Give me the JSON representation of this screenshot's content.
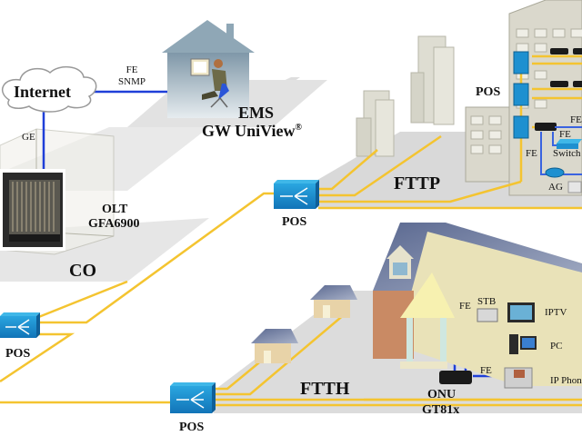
{
  "diagram": {
    "title": "GPON network topology",
    "colors": {
      "fiber": "#f4c430",
      "ethernet": "#1f3fd8",
      "splitter": "#1e90d0",
      "ground": "#dcdcdc",
      "building": "#d8d6c8"
    },
    "nodes": {
      "internet": {
        "label": "Internet",
        "icon": "cloud-icon"
      },
      "ems": {
        "title": "EMS",
        "product": "GW UniView",
        "mark": "®",
        "icon": "operator-workstation-icon"
      },
      "olt": {
        "title": "OLT",
        "model": "GFA6900",
        "icon": "olt-chassis-icon"
      },
      "co": {
        "label": "CO"
      },
      "pos_main": {
        "label": "POS",
        "icon": "splitter-icon"
      },
      "pos_fttp": {
        "label": "POS",
        "icon": "splitter-icon"
      },
      "pos_ftth": {
        "label": "POS",
        "icon": "splitter-icon"
      },
      "pos_building": {
        "label": "POS"
      },
      "fttp": {
        "label": "FTTP"
      },
      "ftth": {
        "label": "FTTH"
      },
      "onu": {
        "title": "ONU",
        "model": "GT81x",
        "icon": "onu-icon"
      },
      "stb": {
        "label": "STB"
      },
      "iptv": {
        "label": "IPTV"
      },
      "pc": {
        "label": "PC"
      },
      "ip_phone": {
        "label": "IP Phon"
      },
      "switch": {
        "label": "Switch"
      },
      "ag": {
        "label": "AG"
      }
    },
    "links": {
      "internet_ems": {
        "line1": "FE",
        "line2": "SNMP"
      },
      "internet_olt": {
        "label": "GE"
      },
      "onu_stb": {
        "label": "FE"
      },
      "onu_phone": {
        "label": "FE"
      },
      "building_fe1": {
        "label": "FE"
      },
      "building_fe2": {
        "label": "FE"
      },
      "building_fe3": {
        "label": "FE"
      }
    }
  }
}
